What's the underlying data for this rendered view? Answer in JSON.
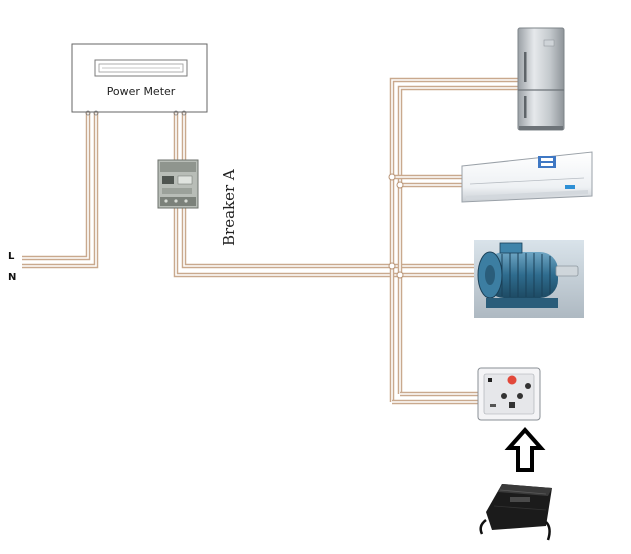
{
  "meter": {
    "label": "Power Meter"
  },
  "breaker": {
    "label": "Breaker A"
  },
  "inputs": {
    "live": "L",
    "neutral": "N"
  },
  "colors": {
    "wire": "#c9a98e",
    "wire_core": "#ffffff",
    "frame": "#666666"
  },
  "appliances": [
    {
      "id": "refrigerator",
      "icon": "refrigerator-icon"
    },
    {
      "id": "air-conditioner",
      "icon": "air-conditioner-icon"
    },
    {
      "id": "electric-motor",
      "icon": "electric-motor-icon"
    },
    {
      "id": "wall-socket",
      "icon": "wall-socket-icon"
    },
    {
      "id": "charger",
      "icon": "charger-icon"
    }
  ]
}
